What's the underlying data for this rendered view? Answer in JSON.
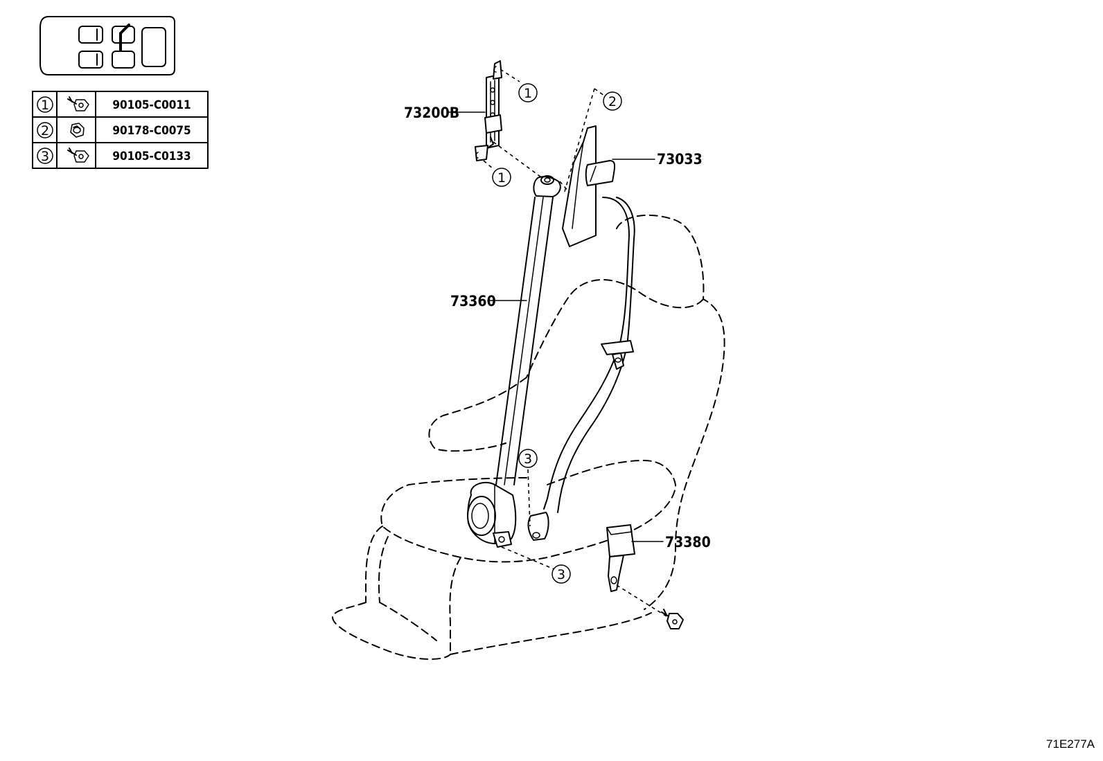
{
  "diagram_code": "71E277A",
  "fastener_table": [
    {
      "ref": "1",
      "part_no": "90105-C0011"
    },
    {
      "ref": "2",
      "part_no": "90178-C0075"
    },
    {
      "ref": "3",
      "part_no": "90105-C0133"
    }
  ],
  "part_labels": {
    "shoulder_adjuster": "73200B",
    "pillar_garnish": "73033",
    "outer_belt": "73360",
    "inner_buckle": "73380"
  },
  "callouts": {
    "bolt_1": "1",
    "nut_2": "2",
    "bolt_3": "3"
  }
}
